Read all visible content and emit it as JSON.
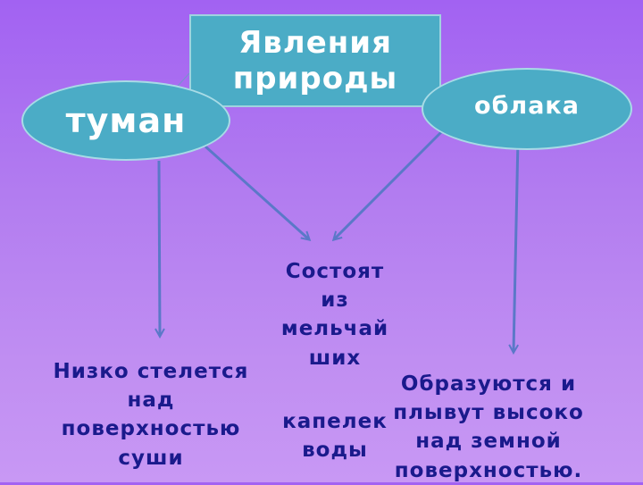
{
  "title": "Явления\nприроды",
  "nodes": {
    "fog": "туман",
    "clouds": "облака"
  },
  "descriptions": {
    "common_part1": "Состоят\nиз\nмельчай\nших",
    "common_part2": "капелек\nводы",
    "fog": "Низко стелется\nнад\nповерхностью\nсуши",
    "clouds": "Образуются и\nплывут высоко\nнад земной\nповерхностью."
  },
  "colors": {
    "shape_fill": "#4bacc6",
    "text_dark": "#1a1a8c",
    "arrow": "#5b78c8"
  }
}
